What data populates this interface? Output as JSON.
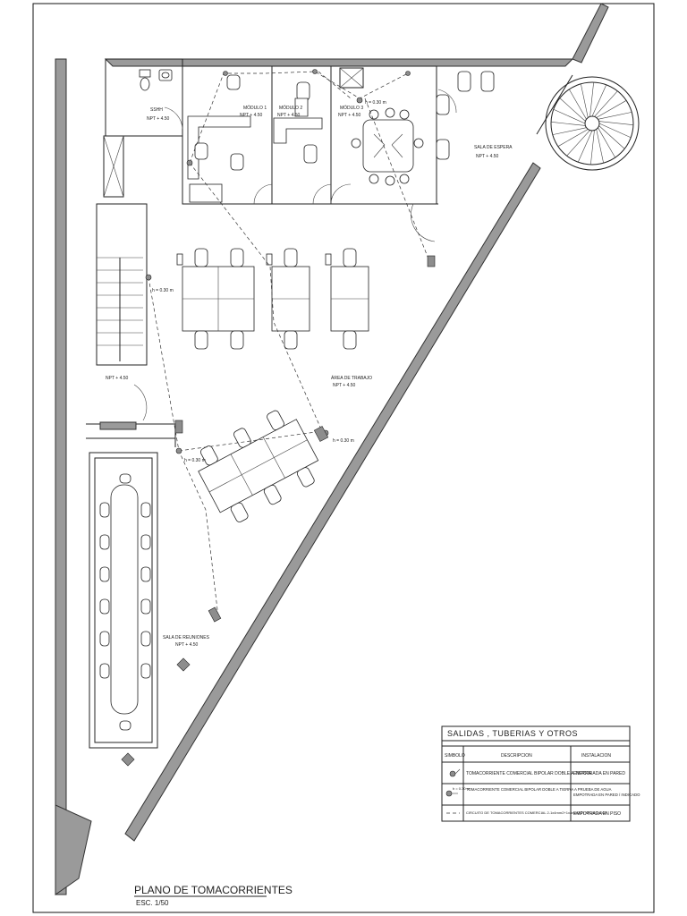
{
  "plan": {
    "title": "PLANO DE TOMACORRIENTES",
    "scale": "ESC. 1/50"
  },
  "rooms": {
    "sshh": "SSHH",
    "modulo1": "MÓDULO 1",
    "modulo2": "MÓDULO 2",
    "modulo3": "MÓDULO 3",
    "sala_espera": "SALA DE ESPERA",
    "area_trabajo": "ÁREA DE TRABAJO",
    "sala_reuniones": "SALA DE REUNIONES"
  },
  "levels": {
    "npt": "NPT + 4.50"
  },
  "heights": {
    "h030": "h = 0.30 m"
  },
  "legend": {
    "title": "SALIDAS , TUBERIAS Y OTROS",
    "headers": [
      "SIMBOLO",
      "DESCRIPCION",
      "INSTALACION"
    ],
    "rows": [
      {
        "description": "TOMACORRIENTE COMERCIAL BIPOLAR DOBLE A TIERRA",
        "installation": "EMPOTRADA EN PARED",
        "symbol_label": ""
      },
      {
        "description": "TOMACORRIENTE COMERCIAL BIPOLAR DOBLE A TIERRA A PRUEBA DE AGUA",
        "installation": "EMPOTRADA EN PARED / INDICADO",
        "symbol_label": "h = 0.30 m"
      },
      {
        "description": "CIRCUITO DE TOMACORRIENTES COMERCIAL 2-1x4mm2+1x4mm2(T) NH-80 2x20A",
        "installation": "EMPOTRADA EN PISO",
        "symbol_label": ""
      }
    ]
  },
  "colors": {
    "wall": "#9a9a9a",
    "line": "#222222",
    "outlet": "#8d8d8d"
  }
}
